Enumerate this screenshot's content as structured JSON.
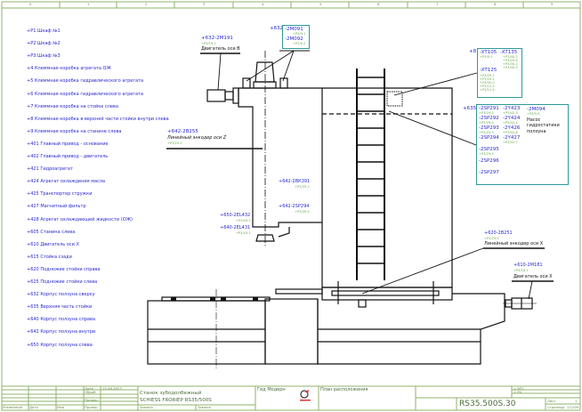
{
  "ruler": [
    "0",
    "1",
    "2",
    "3",
    "4",
    "5",
    "6",
    "7",
    "8",
    "9"
  ],
  "legend": [
    "+P1  Шкаф №1",
    "+P2  Шкаф №2",
    "+P3  Шкаф №3",
    "+4  Клеммная коробка агрегата ОЖ",
    "+5  Клеммная коробка гидравлического агрегата",
    "+6  Клеммная коробка гидравлического агрегата",
    "+7  Клеммная коробка на стойке слева",
    "+8  Клеммная коробка  в верхней части стойки внутри слева",
    "+9  Клеммная коробка на станине слева",
    "+401  Главный привод - основание",
    "+402  Главный привод - двигатель",
    "+421  Гидроагрегат",
    "+424  Агрегат охлаждения масла",
    "+425  Транспортер стружки",
    "+427  Магнитный фильтр",
    "+428  Агрегат охлаждающей жидкости (ОЖ)",
    "+605  Станина слева",
    "+610  Двигатель оси X",
    "+615  Стойка сзади",
    "+620  Подножие стойки справа",
    "+625  Подножие стойки слева",
    "+632  Корпус ползуна сверху",
    "+635  Верхняя часть стойки",
    "+640  Корпус ползуна справа",
    "+642  Корпус ползуна внутри",
    "+650  Корпус ползуна слева"
  ],
  "labels": {
    "m191": {
      "tag": "+632-2М191",
      "ref": "+P3/19.1",
      "desc": "Двигатель оси B"
    },
    "box632": {
      "loc": "+632",
      "items": [
        {
          "tag": "-2М091",
          "ref": "+P3/9.1"
        },
        {
          "tag": "-2М092",
          "ref": "+P3/9.2"
        }
      ]
    },
    "b255": {
      "tag": "+642-2В255",
      "desc": "Линейный энкодер оси Z",
      "ref": "+P3/25.5"
    },
    "bk391": {
      "tag": "+642-2ВК391",
      "ref": "+P3/39.1"
    },
    "sp294": {
      "tag": "+642-2SP294",
      "ref": "+P3/39.4"
    },
    "el432": {
      "tag": "+650-2EL432",
      "ref": "+P3/43.2"
    },
    "el431": {
      "tag": "+640-2EL431",
      "ref": "+P3/43.1"
    },
    "b251": {
      "tag": "+620-2В251",
      "ref": "+P3/25.1",
      "desc": "Линейный энкодер оси X"
    },
    "m181": {
      "tag": "+610-2М181",
      "ref": "+P3/18.1",
      "desc": "Двигатель оси X"
    }
  },
  "box8": {
    "loc": "+8",
    "xt105": {
      "tag": "-XT105",
      "refs": [
        "+P3/9.1"
      ]
    },
    "xt135": {
      "tag": "-XT135",
      "refs": [
        "+P3/40.2",
        "+P3/29.6",
        "+P3/40.2",
        "+P3/40.3"
      ]
    },
    "xt125": {
      "tag": "-XT125",
      "refs": [
        "+P3/29.1",
        "+P3/29.1",
        "+P3/30.0",
        "+P3/12.4",
        "+P3/12.4"
      ]
    }
  },
  "box635": {
    "loc": "+635",
    "col1": [
      {
        "tag": "-2SP291",
        "ref": "+P3/29.1"
      },
      {
        "tag": "-2SP292",
        "ref": "+P3/29.2"
      },
      {
        "tag": "-2SP293",
        "ref": "+P3/29.3"
      },
      {
        "tag": "-2SP294",
        "ref": ""
      },
      {
        "tag": "-2SP295",
        "ref": "+P3/29.5"
      },
      {
        "tag": "-2SP296",
        "ref": ""
      },
      {
        "tag": "-2SP297",
        "ref": ""
      }
    ],
    "col2": [
      {
        "tag": "-2Y423",
        "ref": "+P3/42.3"
      },
      {
        "tag": "-2Y424",
        "ref": "+P3/42.4"
      },
      {
        "tag": "-2Y426",
        "ref": "+P3/42.6"
      },
      {
        "tag": "-2Y427",
        "ref": "+P3/42.7"
      }
    ],
    "col3": {
      "tag": "-2М094",
      "ref": "+P3/9.4",
      "desc": "Насос гидростатики ползуна"
    }
  },
  "title_block": {
    "date_label": "Дата",
    "date": "15.06.2023",
    "drawn_label": "Обраб",
    "checked_label": "Провер",
    "norm_label": "Провер",
    "change_label": "Изменение",
    "change_date_label": "Дата",
    "name_label": "Имя",
    "orig_label": "Замена",
    "repl_label": "Замена",
    "machine": "Станок зубодолбежный",
    "model": "SCHIESS FRORIEP RS35/500S",
    "company": "Гид Модерн",
    "sheet_title": "План расположения",
    "eq1": "= RS1",
    "eq2": "+ P0",
    "drawing_no": "RS35.500S.30",
    "sheet_label": "Лист",
    "sheet": "1",
    "page_label": "Страница",
    "page": "17/209"
  }
}
